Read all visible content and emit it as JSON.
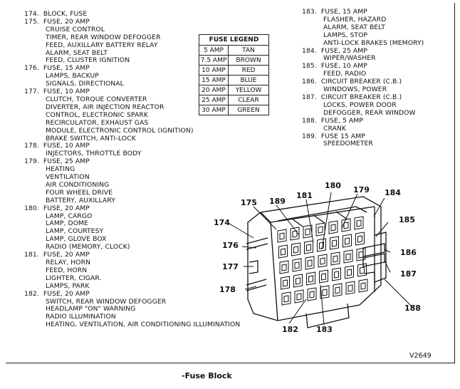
{
  "left_column": [
    {
      "text": "174.  BLOCK, FUSE",
      "indent": false
    },
    {
      "text": "175.  FUSE, 20 AMP",
      "indent": false
    },
    {
      "text": "CRUISE CONTROL",
      "indent": true
    },
    {
      "text": "TIMER, REAR WINDOW DEFOGGER",
      "indent": true
    },
    {
      "text": "FEED, AUXILLARY BATTERY RELAY",
      "indent": true
    },
    {
      "text": "ALARM, SEAT BELT",
      "indent": true
    },
    {
      "text": "FEED, CLUSTER IGNITION",
      "indent": true
    },
    {
      "text": "176.  FUSE, 15 AMP",
      "indent": false
    },
    {
      "text": "LAMPS, BACKUP",
      "indent": true
    },
    {
      "text": "SIGNALS, DIRECTIONAL",
      "indent": true
    },
    {
      "text": "177.  FUSE, 10 AMP",
      "indent": false
    },
    {
      "text": "CLUTCH, TORQUE CONVERTER",
      "indent": true
    },
    {
      "text": "DIVERTER, AIR INJECTION REACTOR",
      "indent": true
    },
    {
      "text": "CONTROL, ELECTRONIC SPARK",
      "indent": true
    },
    {
      "text": "RECIRCULATOR, EXHAUST GAS",
      "indent": true
    },
    {
      "text": "MODULE, ELECTRONIC CONTROL (IGNITION)",
      "indent": true
    },
    {
      "text": "BRAKE SWITCH, ANTI-LOCK",
      "indent": true
    },
    {
      "text": "178.  FUSE, 10 AMP",
      "indent": false
    },
    {
      "text": "INJECTORS, THROTTLE BODY",
      "indent": true
    },
    {
      "text": "179.  FUSE, 25 AMP",
      "indent": false
    },
    {
      "text": "HEATING",
      "indent": true
    },
    {
      "text": "VENTILATION",
      "indent": true
    },
    {
      "text": "AIR CONDITIONING",
      "indent": true
    },
    {
      "text": "FOUR WHEEL DRIVE",
      "indent": true
    },
    {
      "text": "BATTERY, AUXILLARY",
      "indent": true
    },
    {
      "text": "180.  FUSE, 20 AMP",
      "indent": false
    },
    {
      "text": "LAMP, CARGO",
      "indent": true
    },
    {
      "text": "LAMP, DOME",
      "indent": true
    },
    {
      "text": "LAMP, COURTESY",
      "indent": true
    },
    {
      "text": "LAMP, GLOVE BOX",
      "indent": true
    },
    {
      "text": "RADIO (MEMORY, CLOCK)",
      "indent": true
    },
    {
      "text": "181.  FUSE, 20 AMP",
      "indent": false
    },
    {
      "text": "RELAY, HORN",
      "indent": true
    },
    {
      "text": "FEED, HORN",
      "indent": true
    },
    {
      "text": "LIGHTER, CIGAR.",
      "indent": true
    },
    {
      "text": "LAMPS, PARK",
      "indent": true
    },
    {
      "text": "182.  FUSE, 20 AMP",
      "indent": false
    },
    {
      "text": "SWITCH, REAR WINDOW DEFOGGER",
      "indent": true
    },
    {
      "text": "HEADLAMP \"ON\" WARNING",
      "indent": true
    },
    {
      "text": "RADIO ILLUMINATION",
      "indent": true
    },
    {
      "text": "HEATING, VENTILATION, AIR CONDITIONING ILLUMINATION",
      "indent": true
    }
  ],
  "right_column": [
    {
      "text": "183.  FUSE, 15 AMP",
      "indent": false
    },
    {
      "text": "FLASHER, HAZARD",
      "indent": true
    },
    {
      "text": "ALARM, SEAT BELT",
      "indent": true
    },
    {
      "text": "LAMPS, STOP",
      "indent": true
    },
    {
      "text": "ANTI-LOCK BRAKES (MEMORY)",
      "indent": true
    },
    {
      "text": "184.  FUSE, 25 AMP",
      "indent": false
    },
    {
      "text": "WIPER/WASHER",
      "indent": true
    },
    {
      "text": "185.  FUSE, 10 AMP",
      "indent": false
    },
    {
      "text": "FEED, RADIO",
      "indent": true
    },
    {
      "text": "186.  CIRCUIT BREAKER (C.B.)",
      "indent": false
    },
    {
      "text": "WINDOWS, POWER",
      "indent": true
    },
    {
      "text": "187.  CIRCUIT BREAKER (C.B.)",
      "indent": false
    },
    {
      "text": "LOCKS, POWER DOOR",
      "indent": true
    },
    {
      "text": "DEFOGGER, REAR WINDOW",
      "indent": true
    },
    {
      "text": "188.  FUSE, 5 AMP",
      "indent": false
    },
    {
      "text": "CRANK",
      "indent": true
    },
    {
      "text": "189.  FUSE 15 AMP",
      "indent": false
    },
    {
      "text": "SPEEDOMETER",
      "indent": true
    }
  ],
  "legend": {
    "title": "FUSE LEGEND",
    "rows": [
      {
        "amp": "5 AMP",
        "color": "TAN"
      },
      {
        "amp": "7.5 AMP",
        "color": "BROWN"
      },
      {
        "amp": "10 AMP",
        "color": "RED"
      },
      {
        "amp": "15 AMP",
        "color": "BLUE"
      },
      {
        "amp": "20 AMP",
        "color": "YELLOW"
      },
      {
        "amp": "25 AMP",
        "color": "CLEAR"
      },
      {
        "amp": "30 AMP",
        "color": "GREEN"
      }
    ]
  },
  "callouts": [
    "174",
    "175",
    "176",
    "177",
    "178",
    "179",
    "180",
    "181",
    "182",
    "183",
    "184",
    "185",
    "186",
    "187",
    "188",
    "189"
  ],
  "figure_code": "V2649",
  "caption": "-Fuse Block"
}
